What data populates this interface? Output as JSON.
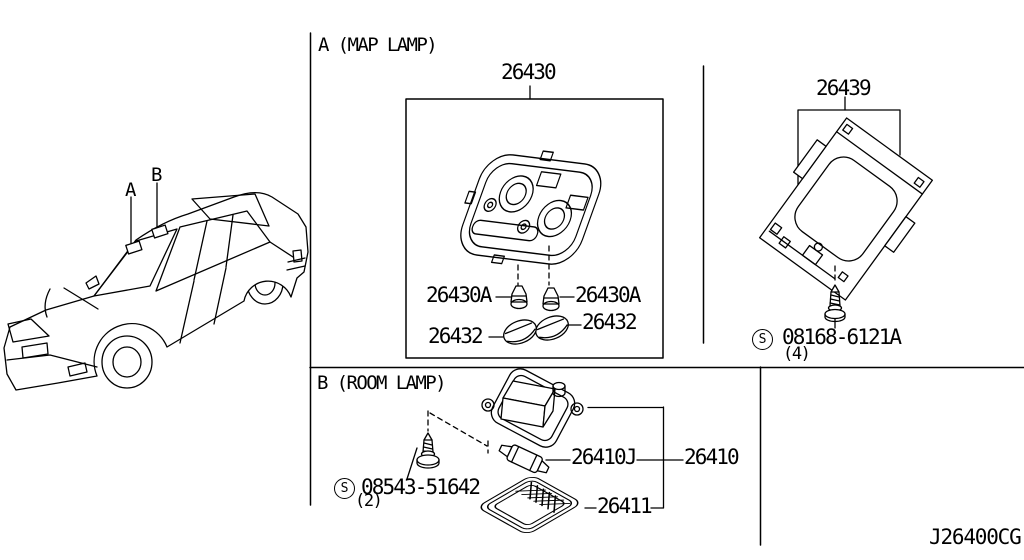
{
  "page": {
    "background": "#ffffff",
    "line_color": "#000000",
    "diagram_code": "J26400CG"
  },
  "car": {
    "marker_a": "A",
    "marker_b": "B"
  },
  "map_lamp": {
    "title": "A (MAP LAMP)",
    "assembly_no": "26430",
    "bulb_left_no": "26430A",
    "bulb_right_no": "26430A",
    "lens_left_no": "26432",
    "lens_right_no": "26432"
  },
  "bracket": {
    "part_no": "26439",
    "screw_symbol": "S",
    "screw_no": "08168-6121A",
    "screw_qty": "(4)"
  },
  "room_lamp": {
    "title": "B (ROOM LAMP)",
    "screw_symbol": "S",
    "screw_no": "08543-51642",
    "screw_qty": "(2)",
    "bulb_no": "26410J",
    "assembly_no": "26410",
    "lens_no": "26411"
  }
}
